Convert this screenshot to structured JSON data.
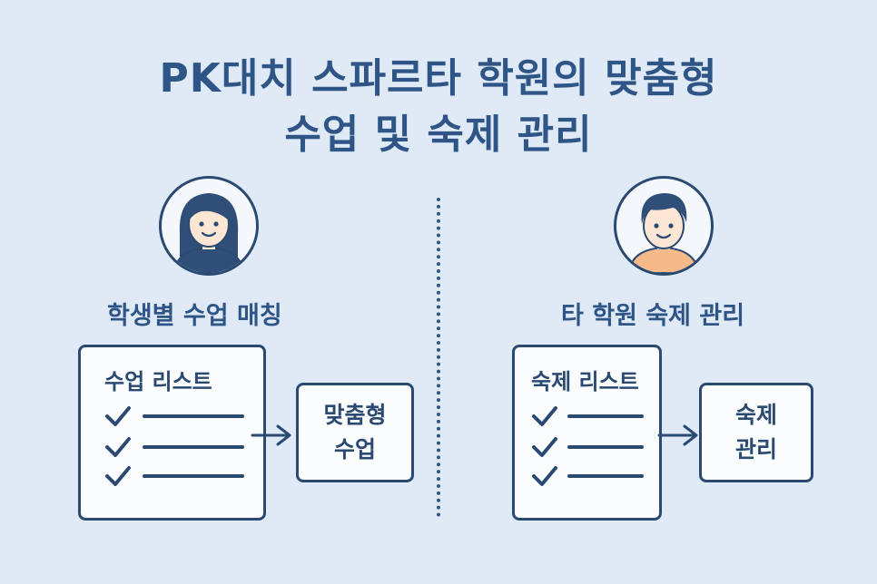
{
  "title": {
    "line1": "PK대치 스파르타 학원의 맞춤형",
    "line2": "수업 및 숙제 관리"
  },
  "left": {
    "avatar_icon": "female-student-icon",
    "label": "학생별 수업 매칭",
    "list_title": "수업 리스트",
    "result_line1": "맞춤형",
    "result_line2": "수업"
  },
  "right": {
    "avatar_icon": "male-student-icon",
    "label": "타 학원 숙제 관리",
    "list_title": "숙제 리스트",
    "result_line1": "숙제",
    "result_line2": "관리"
  },
  "colors": {
    "background": "#dfeaf6",
    "primary": "#2a4a72",
    "title": "#2e5586",
    "female_shirt": "#2f4e78",
    "male_shirt": "#f6b98a",
    "skin": "#fce6d4"
  }
}
